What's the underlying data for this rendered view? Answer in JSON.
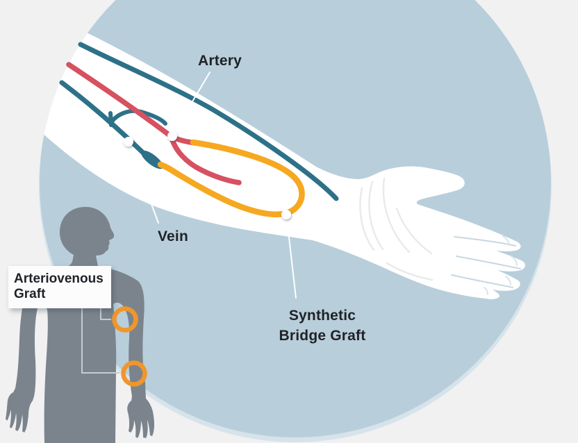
{
  "illustration": {
    "labels": {
      "artery": "Artery",
      "vein": "Vein",
      "bridge_graft": {
        "line1": "Synthetic",
        "line2": "Bridge Graft"
      },
      "av_graft": {
        "line1": "Arteriovenous",
        "line2": "Graft"
      }
    },
    "colors": {
      "background": "#f1f1f2",
      "circle": "#b8cedb",
      "circle_rim": "#d7e3ea",
      "arm": "#ffffff",
      "vein_teal": "#2d7189",
      "artery_red": "#d65161",
      "graft_orange": "#f6a820",
      "marker_ring_orange": "#f0962b",
      "silhouette_gray": "#7b848d",
      "label_text": "#1f2226",
      "leader_line_white": "#ffffff",
      "connector_gray": "#c5ccd2"
    }
  }
}
